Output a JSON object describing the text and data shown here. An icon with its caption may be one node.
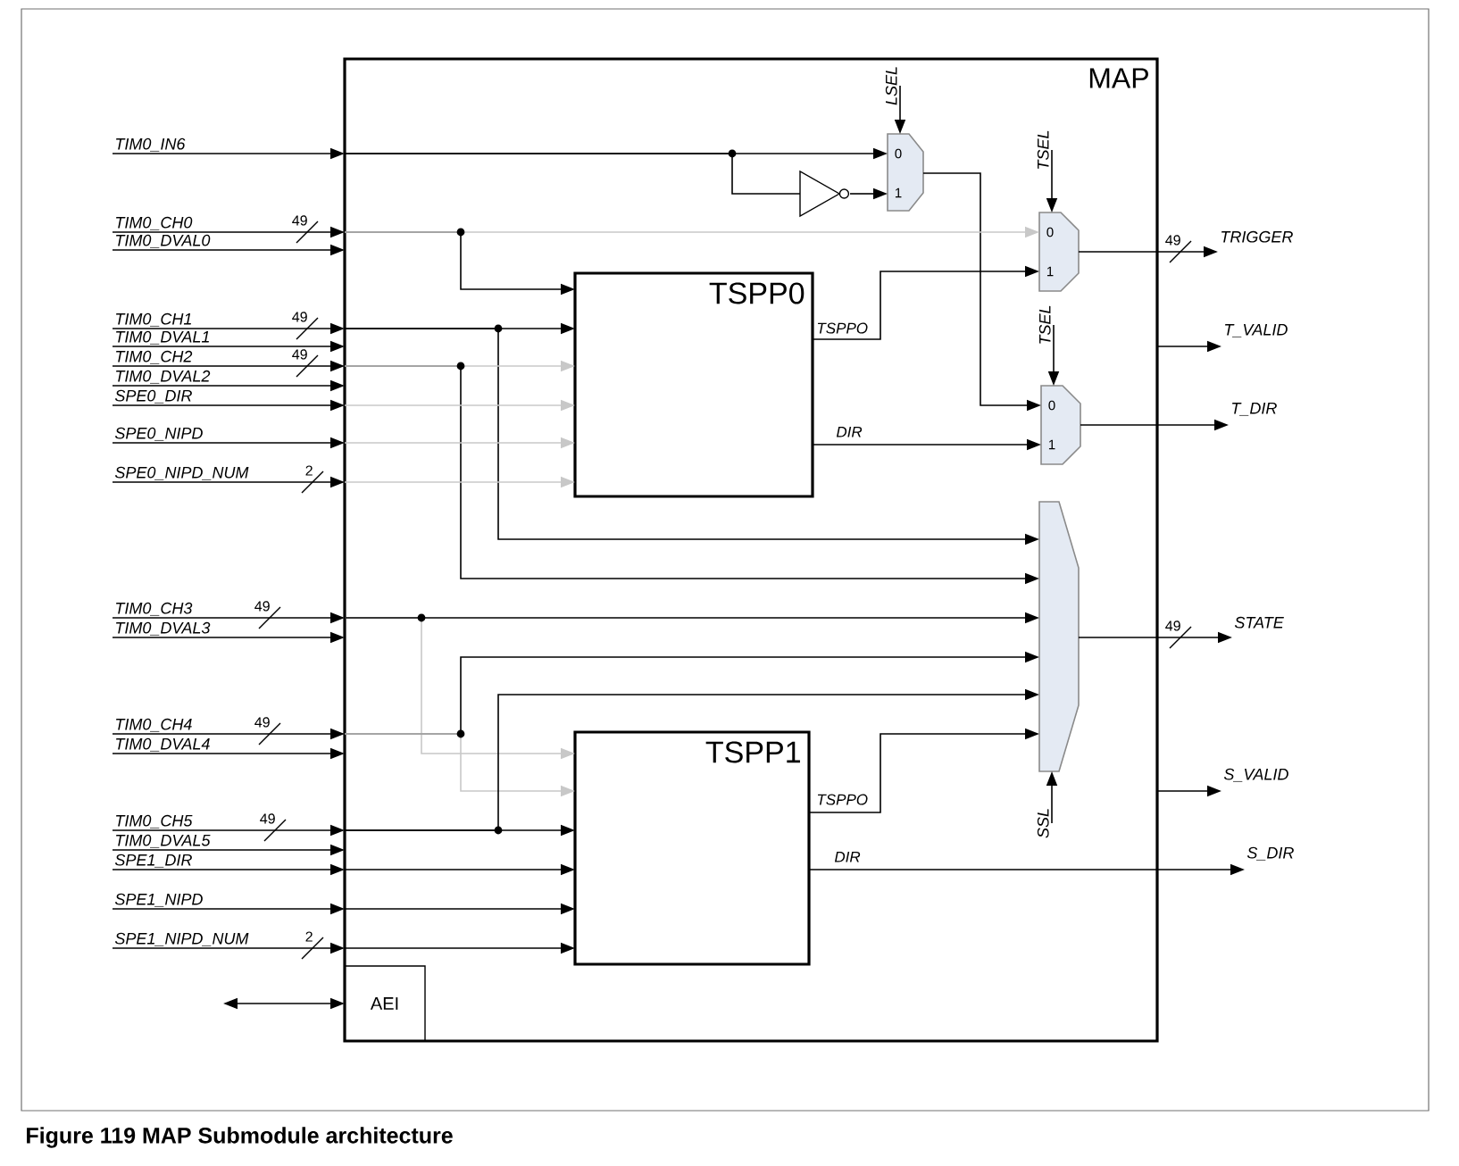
{
  "diagram": {
    "caption": "Figure 119 MAP Submodule architecture",
    "nodes": [
      {
        "text": [
          "MAP"
        ]
      },
      {
        "text": [
          "TSPP0"
        ],
        "in": 0
      },
      {
        "text": [
          "TSPP1"
        ],
        "in": 0
      },
      {
        "text": [
          "AEI"
        ],
        "in": 0
      },
      {
        "text": [
          "0",
          "1"
        ],
        "in": 0
      },
      {
        "text": [],
        "shape": "triangle",
        "in": 0
      },
      {
        "text": [
          "0",
          "1"
        ],
        "in": 0
      },
      {
        "text": [
          "0",
          "1"
        ],
        "in": 0
      },
      {
        "text": [],
        "shape": "trapezoid",
        "in": 0
      },
      {
        "text": [
          "TIM0_IN6"
        ]
      },
      {
        "text": [
          "TIM0_CH0"
        ]
      },
      {
        "text": [
          "TIM0_DVAL0"
        ]
      },
      {
        "text": [
          "TIM0_CH1"
        ]
      },
      {
        "text": [
          "TIM0_DVAL1"
        ]
      },
      {
        "text": [
          "TIM0_CH2"
        ]
      },
      {
        "text": [
          "TIM0_DVAL2"
        ]
      },
      {
        "text": [
          "SPE0_DIR"
        ]
      },
      {
        "text": [
          "SPE0_NIPD"
        ]
      },
      {
        "text": [
          "SPE0_NIPD_NUM"
        ]
      },
      {
        "text": [
          "TIM0_CH3"
        ]
      },
      {
        "text": [
          "TIM0_DVAL3"
        ]
      },
      {
        "text": [
          "TIM0_CH4"
        ]
      },
      {
        "text": [
          "TIM0_DVAL4"
        ]
      },
      {
        "text": [
          "TIM0_CH5"
        ]
      },
      {
        "text": [
          "TIM0_DVAL5"
        ]
      },
      {
        "text": [
          "SPE1_DIR"
        ]
      },
      {
        "text": [
          "SPE1_NIPD"
        ]
      },
      {
        "text": [
          "SPE1_NIPD_NUM"
        ]
      },
      {
        "text": [
          "LSEL"
        ],
        "in": 0
      },
      {
        "text": [
          "TSEL"
        ],
        "in": 0
      },
      {
        "text": [
          "TSEL"
        ],
        "in": 0
      },
      {
        "text": [
          "SSL"
        ],
        "in": 0
      },
      {
        "text": [
          "TRIGGER"
        ]
      },
      {
        "text": [
          "T_VALID"
        ]
      },
      {
        "text": [
          "T_DIR"
        ]
      },
      {
        "text": [
          "STATE"
        ]
      },
      {
        "text": [
          "S_VALID"
        ]
      },
      {
        "text": [
          "S_DIR"
        ]
      }
    ],
    "edges": [
      {
        "from": 9,
        "to": 0,
        "arrow": "to"
      },
      {
        "from": 10,
        "to": 0,
        "arrow": "to"
      },
      {
        "from": 11,
        "to": 0,
        "arrow": "to"
      },
      {
        "from": 12,
        "to": 0,
        "arrow": "to"
      },
      {
        "from": 13,
        "to": 0,
        "arrow": "to"
      },
      {
        "from": 14,
        "to": 0,
        "arrow": "to"
      },
      {
        "from": 15,
        "to": 0,
        "arrow": "to"
      },
      {
        "from": 16,
        "to": 0,
        "arrow": "to"
      },
      {
        "from": 17,
        "to": 0,
        "arrow": "to"
      },
      {
        "from": 18,
        "to": 0,
        "arrow": "to"
      },
      {
        "from": 19,
        "to": 0,
        "arrow": "to"
      },
      {
        "from": 20,
        "to": 0,
        "arrow": "to"
      },
      {
        "from": 21,
        "to": 0,
        "arrow": "to"
      },
      {
        "from": 22,
        "to": 0,
        "arrow": "to"
      },
      {
        "from": 23,
        "to": 0,
        "arrow": "to"
      },
      {
        "from": 24,
        "to": 0,
        "arrow": "to"
      },
      {
        "from": 25,
        "to": 0,
        "arrow": "to"
      },
      {
        "from": 26,
        "to": 0,
        "arrow": "to"
      },
      {
        "from": 27,
        "to": 0,
        "arrow": "to"
      },
      {
        "from": 0,
        "to": 4,
        "arrow": "to"
      },
      {
        "from": 0,
        "to": 5,
        "arrow": "none"
      },
      {
        "from": 5,
        "to": 4,
        "arrow": "to"
      },
      {
        "from": 4,
        "to": 7,
        "arrow": "to"
      },
      {
        "from": 0,
        "to": 1,
        "arrow": "to"
      },
      {
        "from": 0,
        "to": 6,
        "arrow": "to",
        "color": "#c8c8c8"
      },
      {
        "from": 0,
        "to": 8,
        "arrow": "to"
      },
      {
        "from": 0,
        "to": 1,
        "arrow": "to"
      },
      {
        "from": 0,
        "to": 8,
        "arrow": "to"
      },
      {
        "from": 0,
        "to": 1,
        "arrow": "to",
        "color": "#c8c8c8"
      },
      {
        "from": 0,
        "to": 1,
        "arrow": "to",
        "color": "#c8c8c8"
      },
      {
        "from": 0,
        "to": 1,
        "arrow": "to",
        "color": "#c8c8c8"
      },
      {
        "from": 0,
        "to": 1,
        "arrow": "to",
        "color": "#c8c8c8"
      },
      {
        "from": 1,
        "to": 6,
        "arrow": "to",
        "label": "TSPPO"
      },
      {
        "from": 1,
        "to": 7,
        "arrow": "to",
        "label": "DIR"
      },
      {
        "from": 0,
        "to": 2,
        "arrow": "to",
        "color": "#c8c8c8"
      },
      {
        "from": 0,
        "to": 8,
        "arrow": "to"
      },
      {
        "from": 0,
        "to": 8,
        "arrow": "to"
      },
      {
        "from": 0,
        "to": 2,
        "arrow": "to",
        "color": "#c8c8c8"
      },
      {
        "from": 0,
        "to": 8,
        "arrow": "to"
      },
      {
        "from": 0,
        "to": 2,
        "arrow": "to"
      },
      {
        "from": 0,
        "to": 2,
        "arrow": "to"
      },
      {
        "from": 0,
        "to": 2,
        "arrow": "to"
      },
      {
        "from": 0,
        "to": 2,
        "arrow": "to"
      },
      {
        "from": 2,
        "to": 8,
        "arrow": "to",
        "label": "TSPPO"
      },
      {
        "from": 2,
        "to": 37,
        "arrow": "to",
        "label": "DIR"
      },
      {
        "from": 6,
        "to": 32,
        "arrow": "to"
      },
      {
        "from": 0,
        "to": 33,
        "arrow": "to"
      },
      {
        "from": 7,
        "to": 34,
        "arrow": "to"
      },
      {
        "from": 8,
        "to": 35,
        "arrow": "to"
      },
      {
        "from": 0,
        "to": 36,
        "arrow": "to"
      },
      {
        "from": 28,
        "to": 4,
        "arrow": "to"
      },
      {
        "from": 29,
        "to": 6,
        "arrow": "to"
      },
      {
        "from": 30,
        "to": 7,
        "arrow": "to"
      },
      {
        "from": 31,
        "to": 8,
        "arrow": "to"
      },
      {
        "from": null,
        "to": 3,
        "arrow": "both"
      }
    ],
    "labels": [
      "49",
      "49",
      "49",
      "49",
      "2",
      "49",
      "49",
      "49",
      "49",
      "2"
    ]
  }
}
